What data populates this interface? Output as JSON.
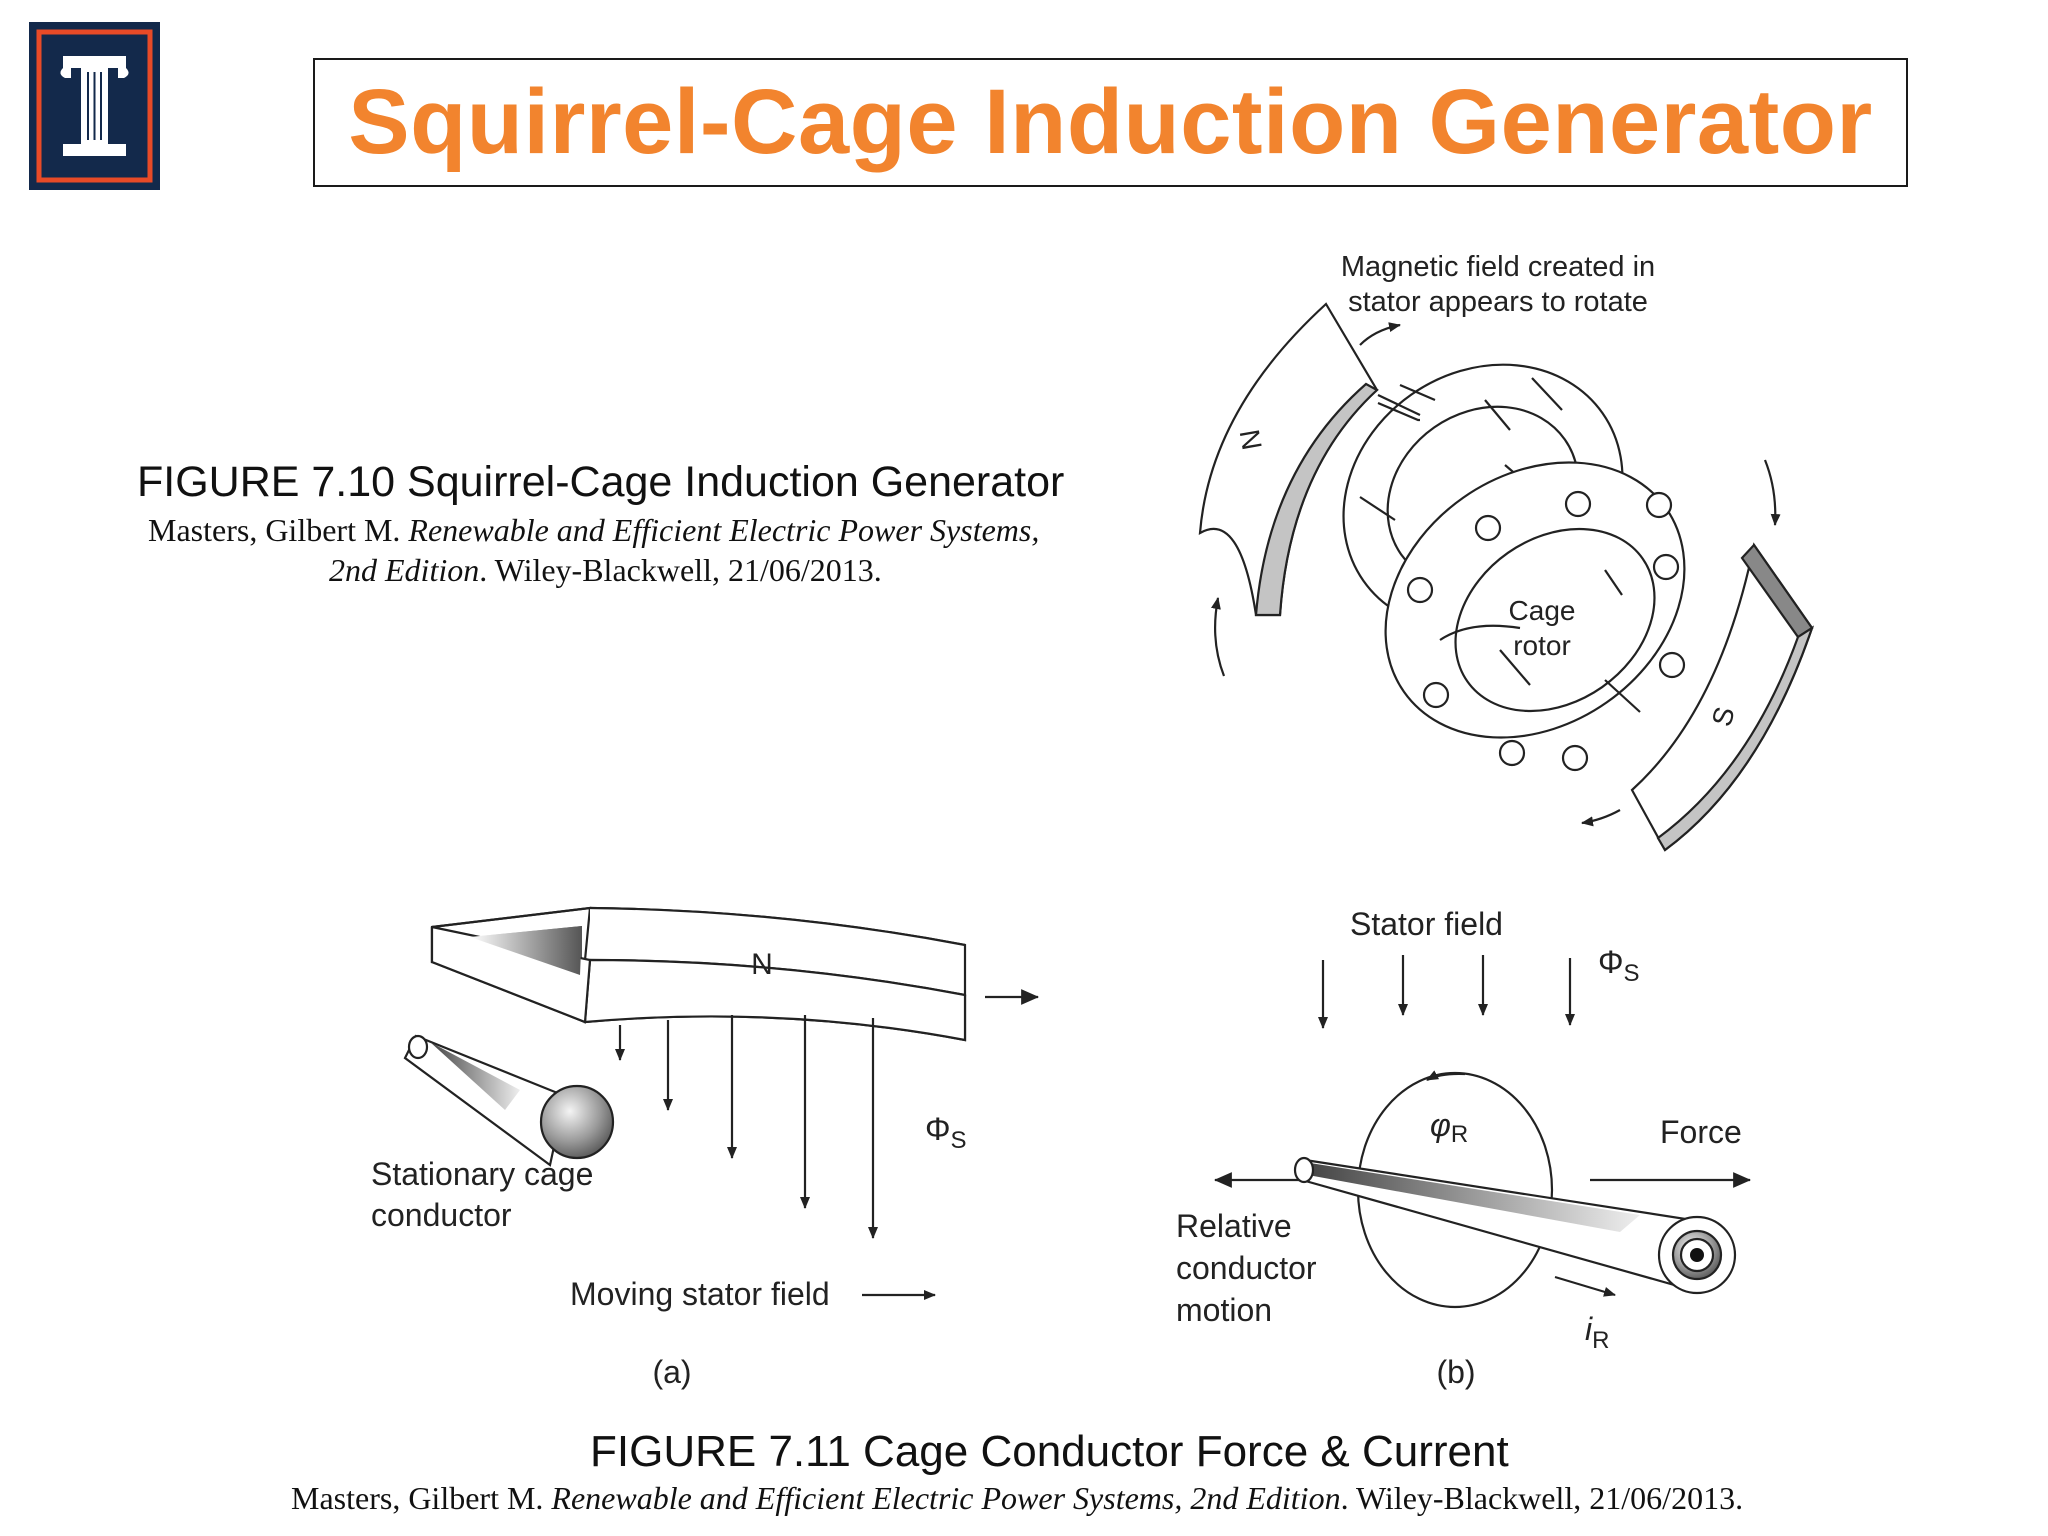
{
  "header": {
    "title": "Squirrel-Cage Induction Generator",
    "logo_icon": "university-column-icon",
    "colors": {
      "title": "#F2842E",
      "logo_bg": "#13294B",
      "logo_accent": "#E84A27"
    }
  },
  "figure_7_10": {
    "caption": "FIGURE 7.10 Squirrel-Cage Induction Generator",
    "citation": {
      "author": "Masters, Gilbert M. ",
      "book_title_1": "Renewable and Efficient Electric Power Systems,",
      "book_title_2": "2nd Edition",
      "publisher": ". Wiley-Blackwell, 21/06/2013."
    },
    "labels": {
      "field_1": "Magnetic field created in",
      "field_2": "stator appears to rotate",
      "north": "N",
      "south": "S",
      "rotor_1": "Cage",
      "rotor_2": "rotor"
    }
  },
  "figure_7_11": {
    "caption": "FIGURE 7.11 Cage Conductor Force & Current",
    "citation": {
      "author": "Masters, Gilbert M. ",
      "book_title": "Renewable and Efficient Electric Power Systems,  2nd Edition",
      "publisher": ". Wiley-Blackwell, 21/06/2013."
    },
    "panel_a": {
      "north": "N",
      "phi_s": "Φ",
      "phi_s_sub": "S",
      "conductor_1": "Stationary cage",
      "conductor_2": "conductor",
      "moving_field": "Moving stator field",
      "tag": "(a)"
    },
    "panel_b": {
      "stator_field": "Stator field",
      "phi_s": "Φ",
      "phi_s_sub": "S",
      "phi_r": "φ",
      "phi_r_sub": "R",
      "force": "Force",
      "motion_1": "Relative",
      "motion_2": "conductor",
      "motion_3": "motion",
      "current": "i",
      "current_sub": "R",
      "tag": "(b)"
    }
  }
}
